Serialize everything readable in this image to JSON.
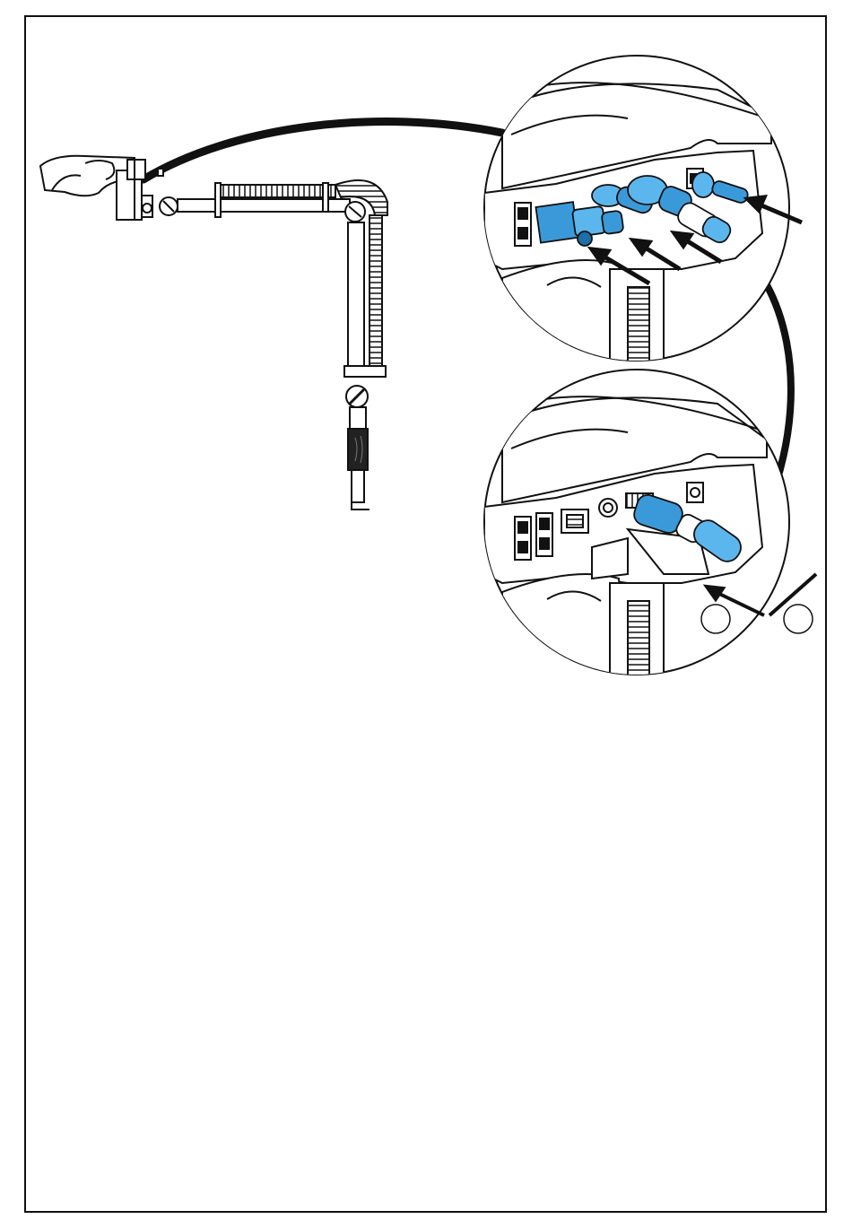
{
  "colors": {
    "line": "#111111",
    "plug_blue": "#3a9ad9",
    "plug_blue_light": "#5cb6ee",
    "plug_blue_dark": "#1d6fa8",
    "background": "#ffffff",
    "shade": "#e8e8e8"
  },
  "figure": {
    "callouts": [
      {
        "name": "callout-circle-a",
        "label": ""
      },
      {
        "name": "callout-circle-b",
        "label": ""
      }
    ],
    "icons": [
      "mounting-arm-icon",
      "device-head-icon",
      "connector-panel-detail-top",
      "connector-panel-detail-bottom",
      "usb-plug-icon",
      "power-plug-icon",
      "cable-icon"
    ]
  }
}
